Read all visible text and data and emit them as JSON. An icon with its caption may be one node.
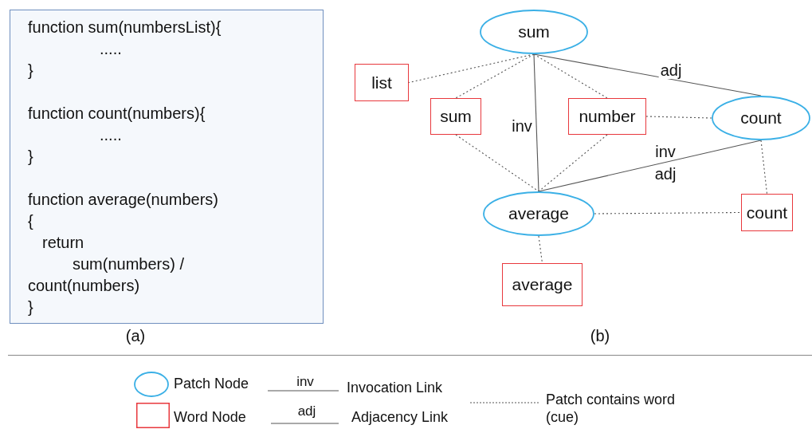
{
  "diagram": {
    "nodes": [
      {
        "text": [
          "function sum(numbersList){",
          ".....",
          "}",
          "function count(numbers){",
          ".....",
          "}",
          "function average(numbers)",
          "{",
          "return",
          "sum(numbers) /",
          "count(numbers)",
          "}"
        ]
      },
      {
        "text": [
          "sum"
        ]
      },
      {
        "text": [
          "list"
        ]
      },
      {
        "text": [
          "sum"
        ]
      },
      {
        "text": [
          "number"
        ]
      },
      {
        "text": [
          "count"
        ]
      },
      {
        "text": [
          "average"
        ]
      },
      {
        "text": [
          "count"
        ]
      },
      {
        "text": [
          "average"
        ]
      }
    ],
    "edges": [
      {
        "from": 1,
        "to": 2,
        "arrow": "none",
        "style": "dashed"
      },
      {
        "from": 1,
        "to": 3,
        "arrow": "none",
        "style": "dashed"
      },
      {
        "from": 1,
        "to": 4,
        "arrow": "none",
        "style": "dashed"
      },
      {
        "from": 1,
        "to": 5,
        "arrow": "none",
        "label": "adj"
      },
      {
        "from": 1,
        "to": 6,
        "arrow": "none",
        "label": "inv"
      },
      {
        "from": 3,
        "to": 6,
        "arrow": "none",
        "style": "dashed"
      },
      {
        "from": 4,
        "to": 6,
        "arrow": "none",
        "style": "dashed"
      },
      {
        "from": 4,
        "to": 5,
        "arrow": "none",
        "style": "dashed"
      },
      {
        "from": 5,
        "to": 6,
        "arrow": "none",
        "label": "inv adj"
      },
      {
        "from": 5,
        "to": 7,
        "arrow": "none",
        "style": "dashed"
      },
      {
        "from": 6,
        "to": 7,
        "arrow": "none",
        "style": "dashed"
      },
      {
        "from": 6,
        "to": 8,
        "arrow": "none",
        "style": "dashed"
      }
    ],
    "labels": [
      "(a)",
      "(b)",
      "inv",
      "adj"
    ],
    "legend": [
      {
        "text": "Patch Node"
      },
      {
        "text": "Invocation Link"
      },
      {
        "text": "Word Node"
      },
      {
        "text": "Adjacency Link"
      },
      {
        "text": "Patch contains word (cue)"
      }
    ]
  }
}
